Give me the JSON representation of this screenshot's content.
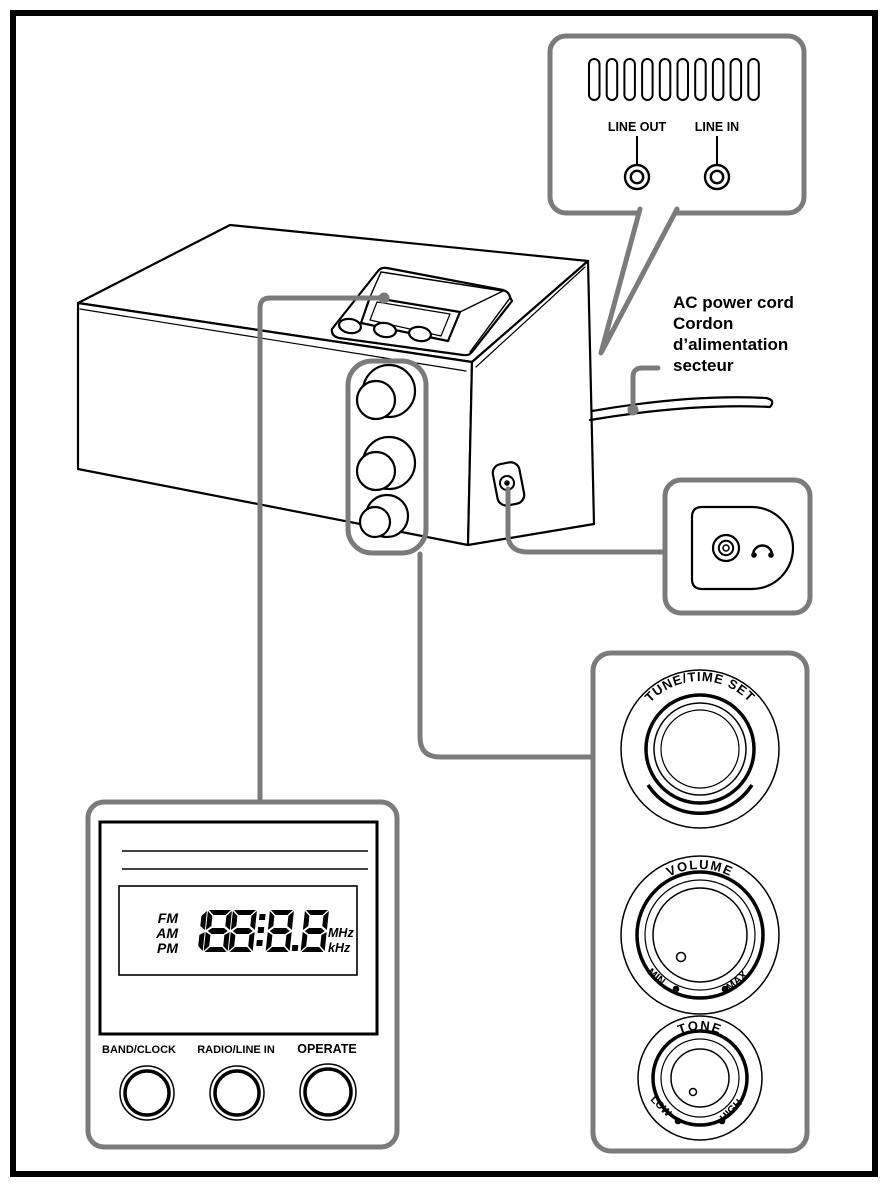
{
  "colors": {
    "ink": "#000000",
    "callout_gray": "#7b7b7b",
    "background": "#ffffff"
  },
  "line_panel": {
    "line_out_label": "LINE OUT",
    "line_in_label": "LINE IN",
    "vent_slot_count": 10
  },
  "ac_power_label": {
    "lines": [
      "AC power cord",
      "Cordon",
      "d’alimentation",
      "secteur"
    ]
  },
  "headphone_panel": {
    "icon": "headphones-icon"
  },
  "knob_panel": {
    "tune_knob_label": "TUNE/TIME SET",
    "volume_knob_label": "VOLUME",
    "volume_min_label": "MIN",
    "volume_max_label": "MAX",
    "tone_knob_label": "TONE",
    "tone_low_label": "LOW",
    "tone_high_label": "HIGH"
  },
  "display_panel": {
    "lcd": {
      "band_labels": [
        "FM",
        "AM",
        "PM"
      ],
      "digits": "188:8.8",
      "unit_labels": [
        "MHz",
        "kHz"
      ]
    },
    "buttons": [
      {
        "label": "BAND/CLOCK"
      },
      {
        "label": "RADIO/LINE IN"
      },
      {
        "label": "OPERATE"
      }
    ]
  }
}
